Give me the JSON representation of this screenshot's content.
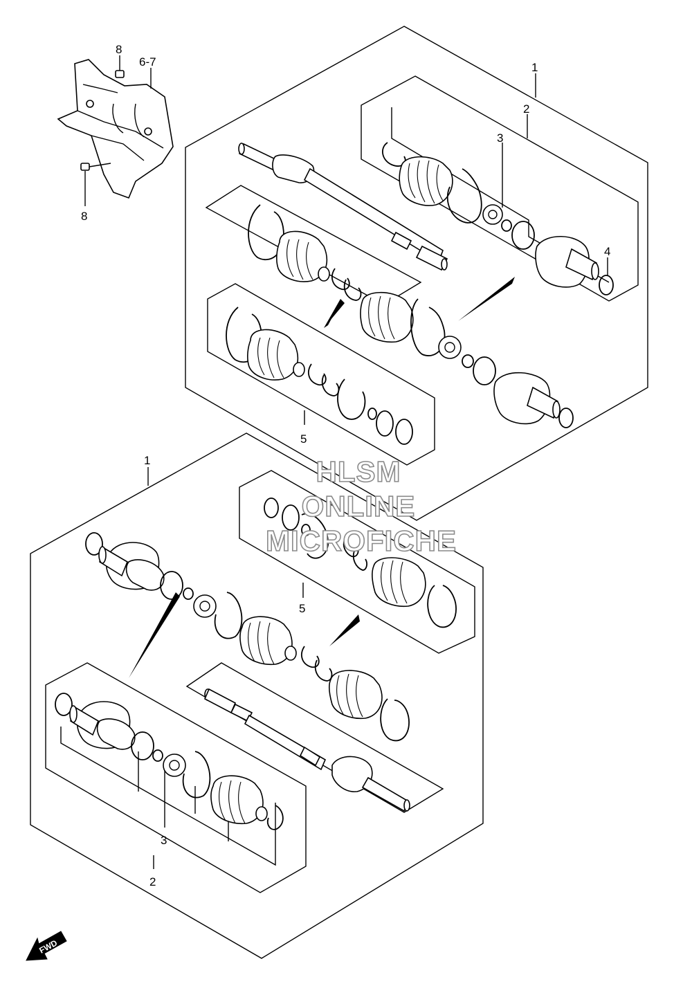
{
  "callouts": {
    "bracket_bolt_top": "8",
    "bracket_bolt_bottom": "8",
    "bracket": "6-7",
    "upper_shaft": "1",
    "upper_joint_set": "2",
    "upper_joint_kit": "3",
    "upper_circlip": "4",
    "upper_boot_kit": "5",
    "lower_shaft": "1",
    "lower_boot_kit": "5",
    "lower_joint_kit": "3",
    "lower_joint_set": "2"
  },
  "watermark": {
    "line1": "HLSM",
    "line2": "ONLINE",
    "line3": "MICROFICHE"
  },
  "direction_badge": "FWD"
}
